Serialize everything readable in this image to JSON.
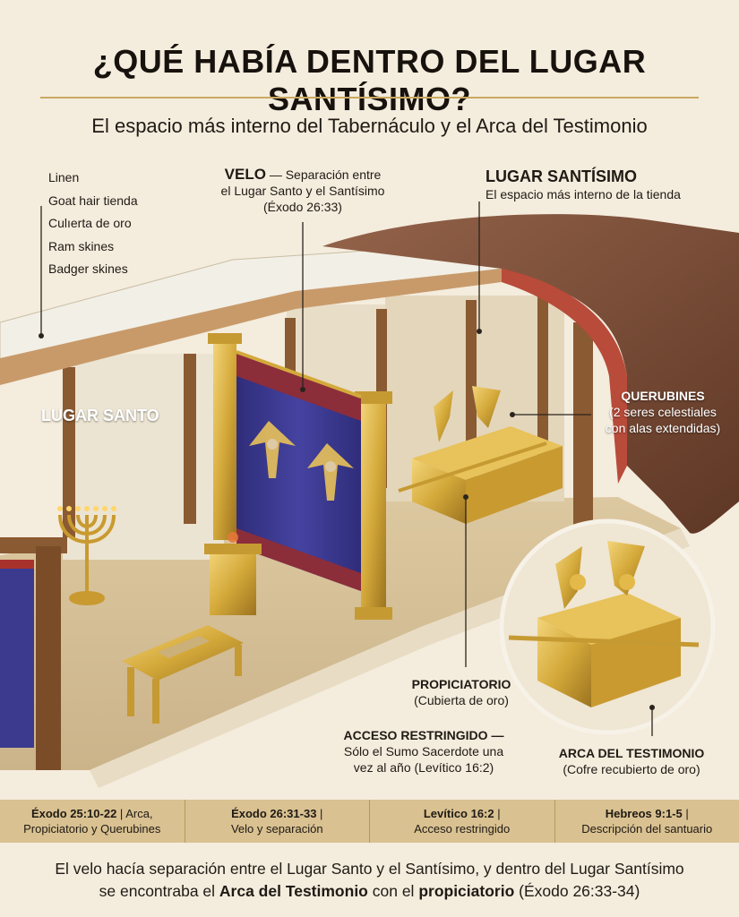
{
  "title": "¿QUÉ HABÍA DENTRO DEL LUGAR SANTÍSIMO?",
  "subtitle": "El espacio más interno del Tabernáculo y el Arca del Testimonio",
  "layers": [
    "Linen",
    "Goat hair tienda",
    "Culıerta de oro",
    "Ram skines",
    "Badger skines"
  ],
  "velo": {
    "name": "VELO",
    "desc1": " — Separación entre",
    "desc2": "el Lugar Santo y el Santísimo",
    "desc3": "(Éxodo 26:33)"
  },
  "lugar_santisimo": {
    "name": "LUGAR SANTÍSIMO",
    "desc": "El espacio más interno de la tienda"
  },
  "lugar_santo": {
    "name": "LUGAR SANTO"
  },
  "querubines": {
    "name": "QUERUBINES",
    "desc1": "(2 seres celestiales",
    "desc2": "con alas extendidas)"
  },
  "propiciatorio": {
    "name": "PROPICIATORIO",
    "desc": "(Cubierta de oro)"
  },
  "acceso": {
    "name": "ACCESO RESTRINGIDO —",
    "desc1": "Sólo el Sumo Sacerdote una",
    "desc2": "vez al año (Levítico 16:2)"
  },
  "arca": {
    "name": "ARCA DEL TESTIMONIO",
    "desc": "(Cofre recubierto de oro)"
  },
  "references": [
    {
      "ref": "Éxodo 25:10-22",
      "sep": " | ",
      "line1": "Arca,",
      "line2": "Propiciatorio y Querubines"
    },
    {
      "ref": "Éxodo 26:31-33",
      "sep": " |",
      "line1": "",
      "line2": "Velo y separación"
    },
    {
      "ref": "Levítico 16:2",
      "sep": " |",
      "line1": "",
      "line2": "Acceso restringido"
    },
    {
      "ref": "Hebreos 9:1-5",
      "sep": " |",
      "line1": "",
      "line2": "Descripción del santuario"
    }
  ],
  "footer": {
    "part1": "El velo hacía separación entre el Lugar Santo y el Santísimo, y dentro del Lugar Santísimo",
    "part2": "se encontraba el ",
    "bold1": "Arca del Testimonio",
    "part3": " con el ",
    "bold2": "propiciatorio",
    "part4": " (Éxodo 26:33-34)"
  },
  "colors": {
    "gold": "#d4a93a",
    "veil_blue": "#3c3a8f",
    "veil_red": "#a8322b",
    "wood": "#8a5a32",
    "tent_brown": "#7b4b32"
  }
}
